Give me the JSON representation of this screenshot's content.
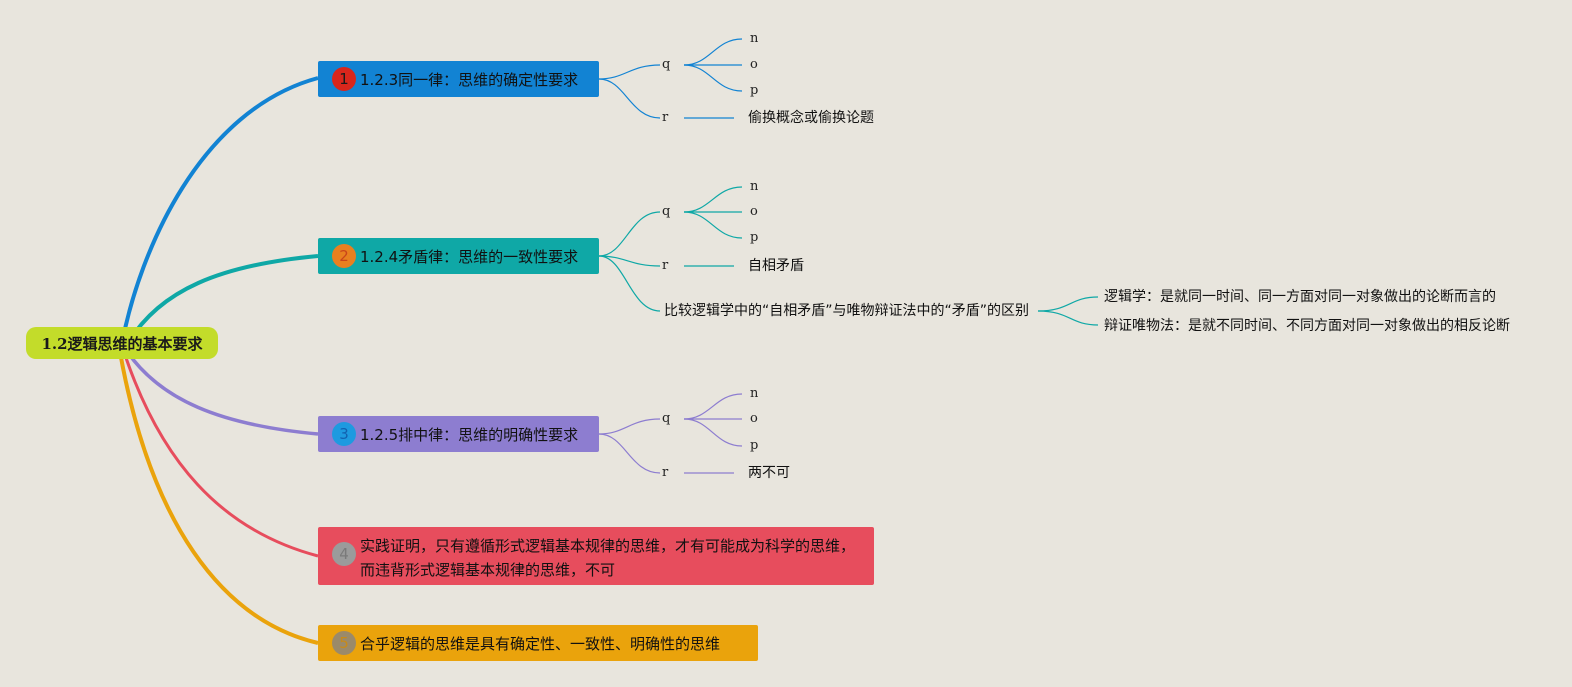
{
  "root": {
    "label": "1.2逻辑思维的基本要求"
  },
  "topics": [
    {
      "num": "1",
      "label": "1.2.3同一律：思维的确定性要求",
      "q": "q",
      "q_children": [
        "n",
        "o",
        "p"
      ],
      "r": "r",
      "r_child": "偷换概念或偷换论题",
      "color": "#1283d3"
    },
    {
      "num": "2",
      "label": "1.2.4矛盾律：思维的一致性要求",
      "q": "q",
      "q_children": [
        "n",
        "o",
        "p"
      ],
      "r": "r",
      "r_child": "自相矛盾",
      "compare": "比较逻辑学中的“自相矛盾”与唯物辩证法中的“矛盾”的区别",
      "compare_children": [
        "逻辑学：是就同一时间、同一方面对同一对象做出的论断而言的",
        "辩证唯物法：是就不同时间、不同方面对同一对象做出的相反论断"
      ],
      "color": "#0fa8a6"
    },
    {
      "num": "3",
      "label": "1.2.5排中律：思维的明确性要求",
      "q": "q",
      "q_children": [
        "n",
        "o",
        "p"
      ],
      "r": "r",
      "r_child": "两不可",
      "color": "#8d7dd0"
    },
    {
      "num": "4",
      "label": "实践证明，只有遵循形式逻辑基本规律的思维，才有可能成为科学的思维，而违背形式逻辑基本规律的思维，不可",
      "color": "#e74d5d"
    },
    {
      "num": "5",
      "label": "合乎逻辑的思维是具有确定性、一致性、明确性的思维",
      "color": "#eaa30c"
    }
  ]
}
